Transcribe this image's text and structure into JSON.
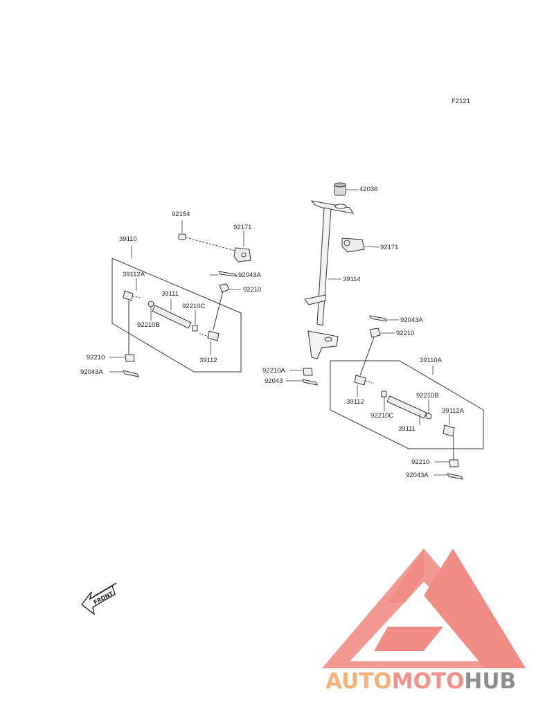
{
  "figure_code": "F2121",
  "front_arrow_text": "FRONT",
  "brand": {
    "part1": "AUTO",
    "part2": "MOTO",
    "part3": "HUB",
    "color1": "#f5b37a",
    "color2": "#f2918a",
    "color3": "#8e8e8e",
    "logo_color": "#f08c84"
  },
  "labels": {
    "p42036": "42036",
    "p92154": "92154",
    "p92171_left": "92171",
    "p92171_right": "92171",
    "p39110": "39110",
    "p39114": "39114",
    "p39112a_left": "39112A",
    "p92043a_upper_left": "92043A",
    "p39111_left": "39111",
    "p92210_upper_left": "92210",
    "p92210c_left": "92210C",
    "p92210b_left": "92210B",
    "p92210_lower_left": "92210",
    "p39112_left": "39112",
    "p92043a_lower_left": "92043A",
    "p92043a_right": "92043A",
    "p92210_right": "92210",
    "p92210a": "92210A",
    "p92043": "92043",
    "p39110a": "39110A",
    "p39112_right": "39112",
    "p92210b_right": "92210B",
    "p92210c_right": "92210C",
    "p39112a_right": "39112A",
    "p39111_right": "39111",
    "p92210_lower_right": "92210",
    "p92043a_lower_right": "92043A"
  }
}
